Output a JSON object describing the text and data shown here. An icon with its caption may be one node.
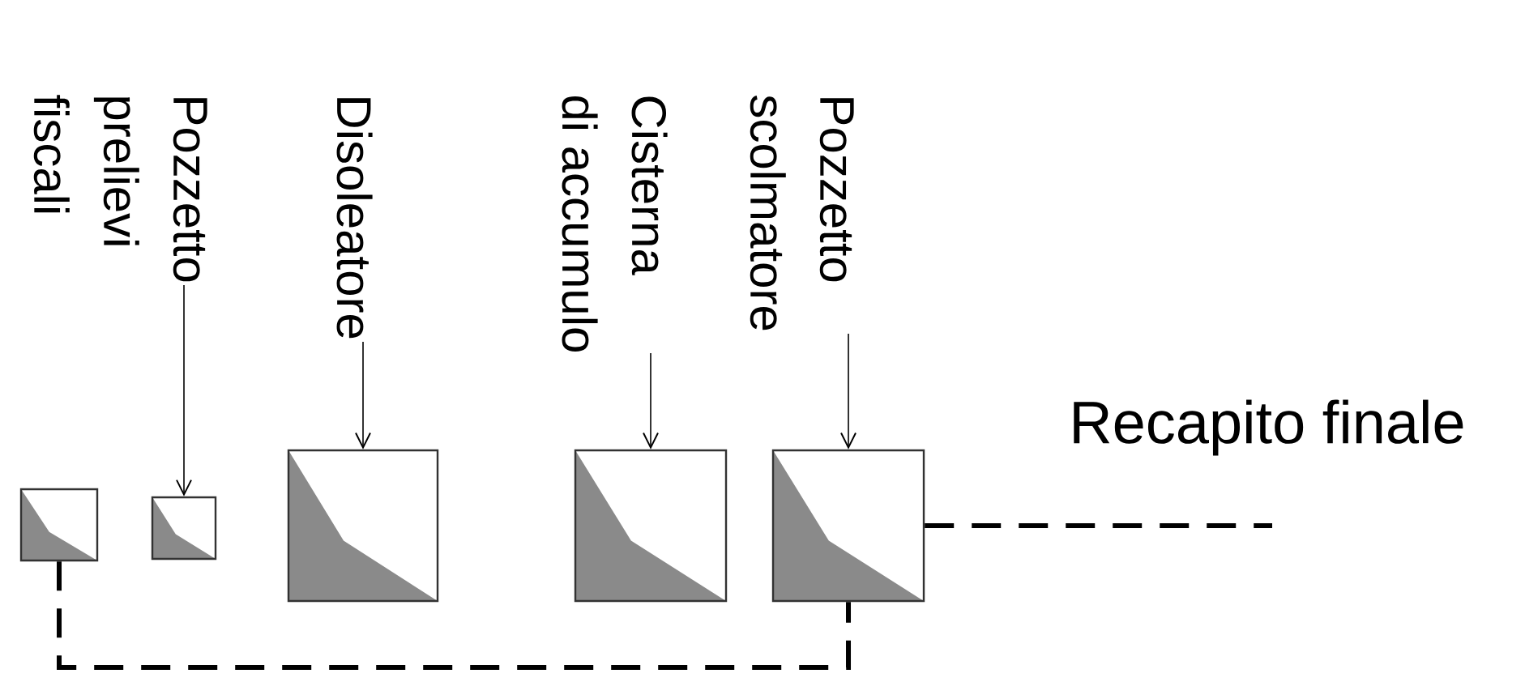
{
  "diagram": {
    "nodes": [
      {
        "text": [],
        "shape": "box"
      },
      {
        "text": [],
        "shape": "box"
      },
      {
        "text": [],
        "shape": "box"
      },
      {
        "text": [],
        "shape": "box"
      },
      {
        "text": [],
        "shape": "box"
      },
      {
        "text": [
          "Pozzetto prelievi fiscali"
        ]
      },
      {
        "text": [
          "Disoleatore"
        ]
      },
      {
        "text": [
          "Cisterna di accumulo"
        ]
      },
      {
        "text": [
          "Pozzetto scolmatore"
        ]
      }
    ],
    "edges": [
      {
        "from": 0,
        "to": 4,
        "arrow": "none",
        "style": "dashed"
      },
      {
        "from": 4,
        "to": null,
        "arrow": "none",
        "style": "dashed"
      },
      {
        "from": 5,
        "to": 1,
        "arrow": "to"
      },
      {
        "from": 6,
        "to": 2,
        "arrow": "to"
      },
      {
        "from": 7,
        "to": 3,
        "arrow": "to"
      },
      {
        "from": 8,
        "to": 4,
        "arrow": "to"
      }
    ],
    "labels": [
      "Recapito finale"
    ]
  }
}
